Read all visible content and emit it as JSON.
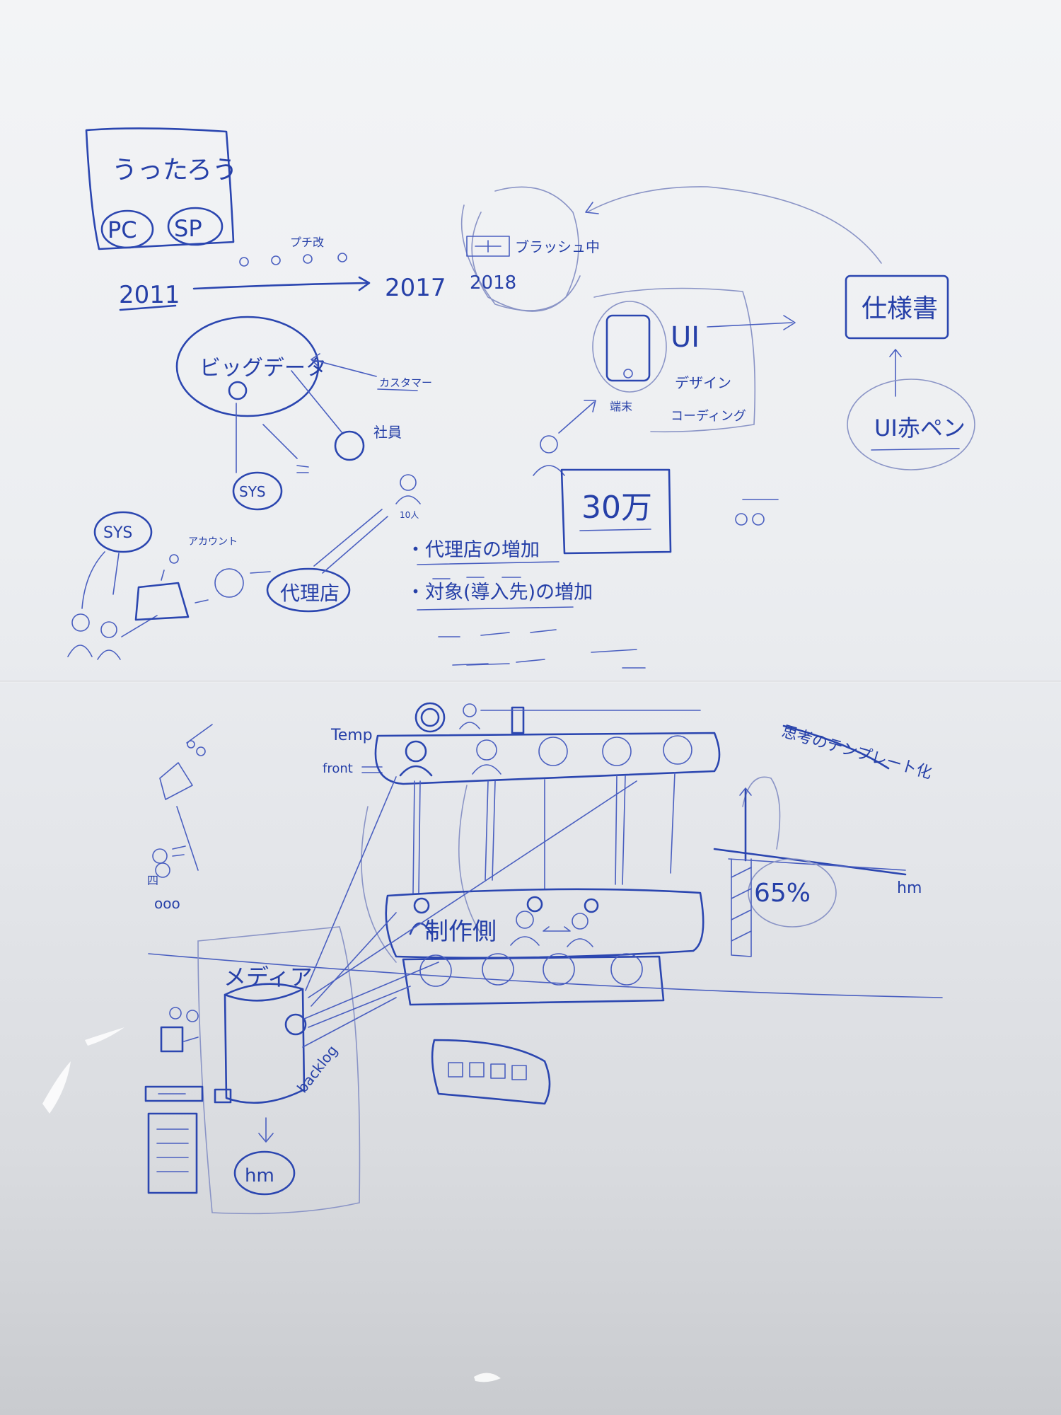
{
  "board": {
    "ink_color": "#2b46b0",
    "brand_box": {
      "title": "うったろう",
      "pc": "PC",
      "sp": "SP"
    },
    "timeline": {
      "start": "2011",
      "end": "2017",
      "next": "2018",
      "above_label": "プチ改",
      "brush_label": "ブラッシュ中"
    },
    "cluster": {
      "center": "ビッグデータ",
      "customer": "カスタマー",
      "sys": "SYS",
      "company": "社員",
      "count": "10人"
    },
    "left_flow": {
      "sys": "SYS",
      "account": "アカウント",
      "agency": "代理店"
    },
    "bullets": [
      "・代理店の増加",
      "・対象(導入先)の増加"
    ],
    "phone_area": {
      "ui": "UI",
      "design": "デザイン",
      "coding": "コーディング",
      "device": "端末",
      "users": "30万"
    },
    "spec": {
      "doc": "仕様書",
      "red_pen": "UI赤ペン"
    },
    "lower": {
      "temp": "Temp",
      "front": "front",
      "templating": "思考のテンプレート化",
      "production": "制作側",
      "media": "メディア",
      "backlog": "backlog",
      "hm": "hm",
      "percent": "65%",
      "axis_end": "hm",
      "small_label": "ooo"
    }
  }
}
